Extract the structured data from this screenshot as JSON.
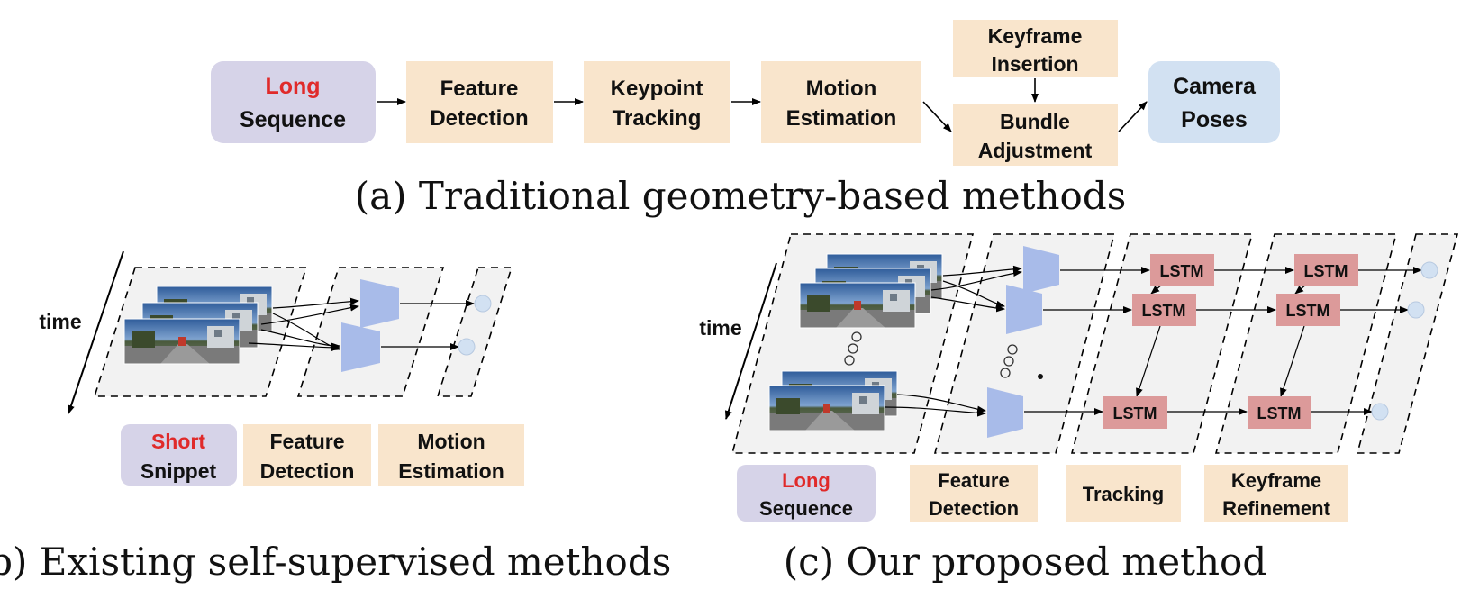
{
  "colors": {
    "box_tan": "#f9e5cc",
    "box_purple": "#d6d3e8",
    "box_blue": "#d2e1f2",
    "lstm_red": "#dc9a9a",
    "trap_blue": "#a8bbe9",
    "highlight_red": "#e02a2a",
    "panel_gray": "#f2f2f2"
  },
  "panel_a": {
    "input_line1": "Long",
    "input_line2": "Sequence",
    "feature_line1": "Feature",
    "feature_line2": "Detection",
    "keypoint_line1": "Keypoint",
    "keypoint_line2": "Tracking",
    "motion_line1": "Motion",
    "motion_line2": "Estimation",
    "keyframe_line1": "Keyframe",
    "keyframe_line2": "Insertion",
    "bundle_line1": "Bundle",
    "bundle_line2": "Adjustment",
    "output_line1": "Camera",
    "output_line2": "Poses",
    "caption": "(a) Traditional geometry-based methods"
  },
  "panel_b": {
    "time_label": "time",
    "input_line1": "Short",
    "input_line2": "Snippet",
    "feature_line1": "Feature",
    "feature_line2": "Detection",
    "motion_line1": "Motion",
    "motion_line2": "Estimation",
    "caption": "(b) Existing self-supervised methods"
  },
  "panel_c": {
    "time_label": "time",
    "lstm_label": "LSTM",
    "input_line1": "Long",
    "input_line2": "Sequence",
    "feature_line1": "Feature",
    "feature_line2": "Detection",
    "tracking": "Tracking",
    "keyframe_line1": "Keyframe",
    "keyframe_line2": "Refinement",
    "caption": "(c) Our proposed method"
  },
  "icons": {
    "frame_image": "road-scene-frame",
    "encoder": "trapezoid-encoder",
    "pose_output": "circle-node"
  }
}
